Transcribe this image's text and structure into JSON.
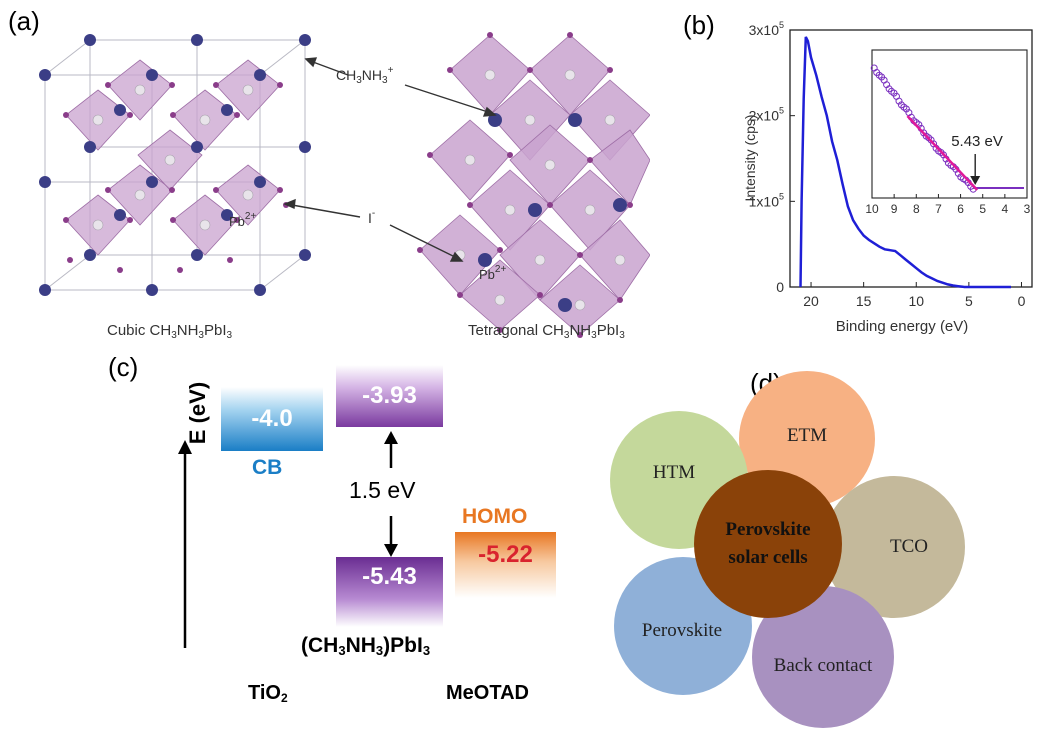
{
  "panel_a": {
    "label": "(a)",
    "callouts": {
      "ch3nh3": {
        "base": "CH",
        "s1": "3",
        "mid": "NH",
        "s2": "3",
        "sup": "+"
      },
      "iodide": {
        "base": "I",
        "sup": "-"
      },
      "pb_left": {
        "base": "Pb",
        "sup": "2+"
      },
      "pb_right": {
        "base": "Pb",
        "sup": "2+"
      }
    },
    "captions": {
      "cubic": {
        "pre": "Cubic CH",
        "s1": "3",
        "mid": "NH",
        "s2": "3",
        "post": "PbI",
        "s3": "3"
      },
      "tetragonal": {
        "pre": "Tetragonal CH",
        "s1": "3",
        "mid": "NH",
        "s2": "3",
        "post": "PbI",
        "s3": "3"
      }
    },
    "colors": {
      "cation": "#3b3e86",
      "octahedron": "#c9a3cf",
      "iodide": "#8a3d8a",
      "pb": "#e8e4ea"
    }
  },
  "panel_b": {
    "label": "(b)",
    "chart_data": {
      "type": "line",
      "xlabel": "Binding energy (eV)",
      "ylabel": "Intensity (cps)",
      "x_ticks": [
        "20",
        "15",
        "10",
        "5",
        "0"
      ],
      "y_ticks": [
        {
          "base": "0",
          "exp": ""
        },
        {
          "base": "1x10",
          "exp": "5"
        },
        {
          "base": "2x10",
          "exp": "5"
        },
        {
          "base": "3x10",
          "exp": "5"
        }
      ],
      "xlim": [
        22,
        -1
      ],
      "ylim": [
        0,
        300000
      ],
      "series": [
        {
          "color": "#1f1fd6",
          "x": [
            21.0,
            20.9,
            20.7,
            20.5,
            20.3,
            20.0,
            19.5,
            19.0,
            18.5,
            18.0,
            17.5,
            17.0,
            16.5,
            16.0,
            15.5,
            15.0,
            14.5,
            14.0,
            13.5,
            13.0,
            12.5,
            12.0,
            11.5,
            11.0,
            10.5,
            10.0,
            9.5,
            9.0,
            8.5,
            8.0,
            7.5,
            7.0,
            6.5,
            6.0,
            5.6,
            5.43
          ],
          "y": [
            0,
            100000,
            220000,
            292000,
            287000,
            268000,
            247000,
            222000,
            200000,
            170000,
            148000,
            120000,
            94000,
            78000,
            68000,
            60000,
            55000,
            51000,
            47000,
            44000,
            43000,
            42000,
            37000,
            32000,
            27000,
            22000,
            17000,
            13000,
            10000,
            7000,
            5000,
            3000,
            1800,
            900,
            300,
            0
          ]
        }
      ],
      "inset": {
        "x_ticks": [
          "10",
          "9",
          "8",
          "7",
          "6",
          "5",
          "4",
          "3"
        ],
        "xlim": [
          10,
          3
        ],
        "annotation": "5.43 eV",
        "onset": 5.43,
        "data_color": "#7a2fbf",
        "fit_color": "#e0199a",
        "baseline_color": "#7a2fbf"
      }
    }
  },
  "panel_c": {
    "label": "(c)",
    "axis_label": "E (eV)",
    "tio2": {
      "value": "-4.0",
      "band": "CB",
      "name_base": "TiO",
      "name_sub": "2",
      "color": "#1a7ec6"
    },
    "perovskite": {
      "top": "-3.93",
      "bottom": "-5.43",
      "gap": "1.5 eV",
      "name": {
        "p1": "(CH",
        "s1": "3",
        "p2": "NH",
        "s2": "3",
        "p3": ")PbI",
        "s3": "3"
      },
      "color": "#7a3a9f"
    },
    "meotad": {
      "value": "-5.22",
      "band": "HOMO",
      "name": "MeOTAD",
      "band_color": "#e87722",
      "value_color": "#d9232e"
    }
  },
  "panel_d": {
    "label": "(d)",
    "center": {
      "line1": "Perovskite",
      "line2": "solar cells",
      "color": "#8a4209"
    },
    "petals": [
      {
        "id": "etm",
        "label": "ETM",
        "color": "#f7b183"
      },
      {
        "id": "htm",
        "label": "HTM",
        "color": "#c4d89b"
      },
      {
        "id": "tco",
        "label": "TCO",
        "color": "#c4b99b"
      },
      {
        "id": "perovskite",
        "label": "Perovskite",
        "color": "#8fb0d8"
      },
      {
        "id": "back-contact",
        "label": "Back contact",
        "color": "#a891c0"
      }
    ]
  }
}
